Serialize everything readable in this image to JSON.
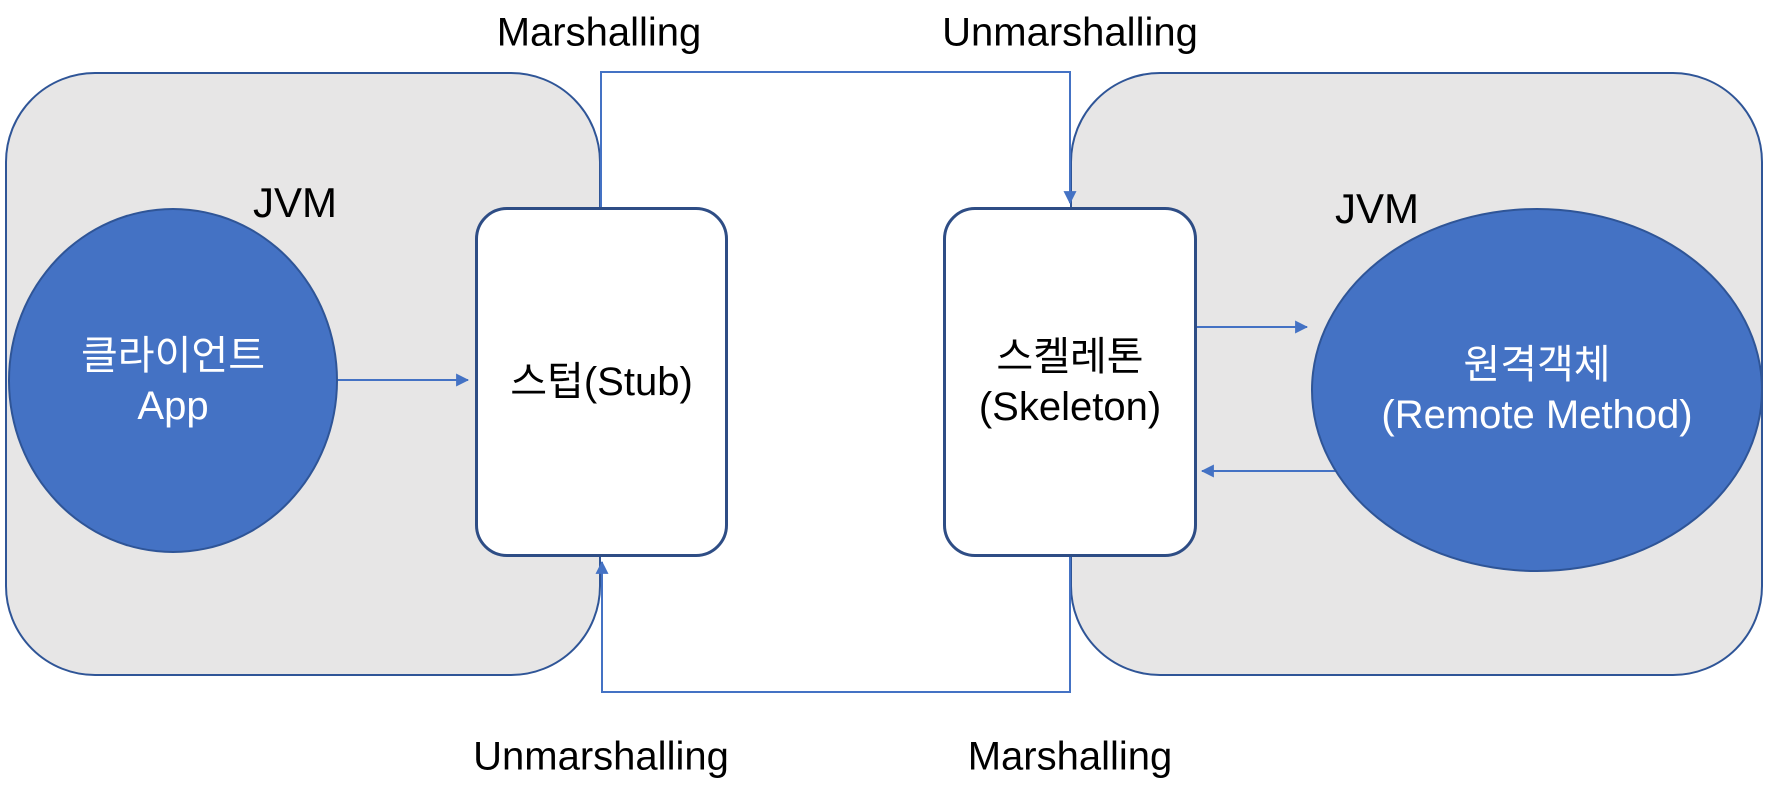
{
  "diagram": {
    "kind": "Java RMI marshalling / unmarshalling flow diagram",
    "flow_labels": {
      "top_left": "Marshalling",
      "top_right": "Unmarshalling",
      "bottom_left": "Unmarshalling",
      "bottom_right": "Marshalling"
    },
    "containers": {
      "jvm_left": {
        "label": "JVM"
      },
      "jvm_right": {
        "label": "JVM"
      }
    },
    "nodes": {
      "client": {
        "line1": "클라이언트",
        "line2": "App"
      },
      "stub": {
        "label": "스텁(Stub)"
      },
      "skeleton": {
        "line1": "스켈레톤",
        "line2": "(Skeleton)"
      },
      "remote_object": {
        "line1": "원격객체",
        "line2": "(Remote Method)"
      }
    },
    "colors": {
      "blue": "#4472C4",
      "blueborder": "#2F5597",
      "boxborder": "#2E4D85",
      "gray": "#E7E6E6",
      "grayborder": "#2F5597",
      "line": "#4472C4",
      "text": "#000000",
      "white": "#FFFFFF"
    }
  }
}
